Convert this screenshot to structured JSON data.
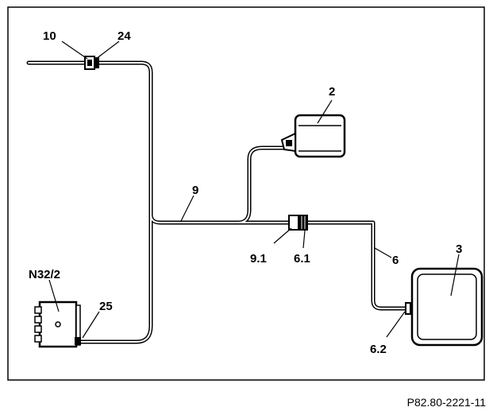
{
  "labels": {
    "l10": "10",
    "l24": "24",
    "l2": "2",
    "l9": "9",
    "l6": "6",
    "l3": "3",
    "l9_1": "9.1",
    "l6_1": "6.1",
    "lN32_2": "N32/2",
    "l25": "25",
    "l6_2": "6.2"
  },
  "reference_code": "P82.80-2221-11"
}
